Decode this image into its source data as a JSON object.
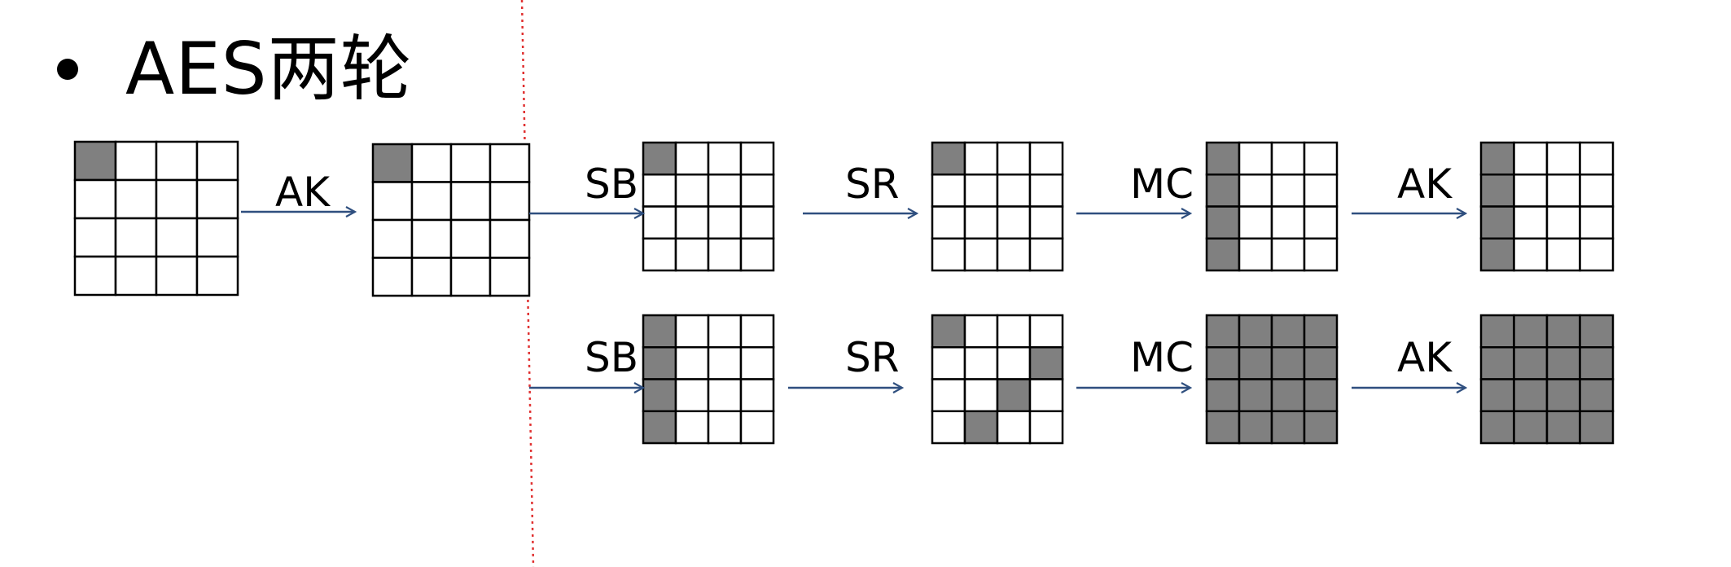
{
  "slide": {
    "bullet": "•",
    "title": "AES两轮"
  },
  "colors": {
    "shaded_cell": "#808080",
    "empty_cell": "#ffffff",
    "grid_line": "#000000",
    "arrow": "#2f4f7f",
    "divider": "#e03030"
  },
  "diagram": {
    "grids": [
      {
        "id": "state-0",
        "shaded": [
          [
            0,
            0
          ]
        ]
      },
      {
        "id": "state-1",
        "shaded": [
          [
            0,
            0
          ]
        ]
      },
      {
        "id": "top-after-sb",
        "shaded": [
          [
            0,
            0
          ]
        ]
      },
      {
        "id": "top-after-sr",
        "shaded": [
          [
            0,
            0
          ]
        ]
      },
      {
        "id": "top-after-mc",
        "shaded": [
          [
            0,
            0
          ],
          [
            1,
            0
          ],
          [
            2,
            0
          ],
          [
            3,
            0
          ]
        ]
      },
      {
        "id": "top-after-ak",
        "shaded": [
          [
            0,
            0
          ],
          [
            1,
            0
          ],
          [
            2,
            0
          ],
          [
            3,
            0
          ]
        ]
      },
      {
        "id": "bottom-after-sb",
        "shaded": [
          [
            0,
            0
          ],
          [
            1,
            0
          ],
          [
            2,
            0
          ],
          [
            3,
            0
          ]
        ]
      },
      {
        "id": "bottom-after-sr",
        "shaded": [
          [
            0,
            0
          ],
          [
            1,
            3
          ],
          [
            2,
            2
          ],
          [
            3,
            1
          ]
        ]
      },
      {
        "id": "bottom-after-mc",
        "shaded": "all"
      },
      {
        "id": "bottom-after-ak",
        "shaded": "all"
      }
    ],
    "arrows": [
      {
        "id": "arrow-ak-1",
        "label": "AK"
      },
      {
        "id": "arrow-sb-top",
        "label": "SB"
      },
      {
        "id": "arrow-sr-top",
        "label": "SR"
      },
      {
        "id": "arrow-mc-top",
        "label": "MC"
      },
      {
        "id": "arrow-ak-top",
        "label": "AK"
      },
      {
        "id": "arrow-sb-bottom",
        "label": "SB"
      },
      {
        "id": "arrow-sr-bottom",
        "label": "SR"
      },
      {
        "id": "arrow-mc-bottom",
        "label": "MC"
      },
      {
        "id": "arrow-ak-bottom",
        "label": "AK"
      }
    ]
  }
}
